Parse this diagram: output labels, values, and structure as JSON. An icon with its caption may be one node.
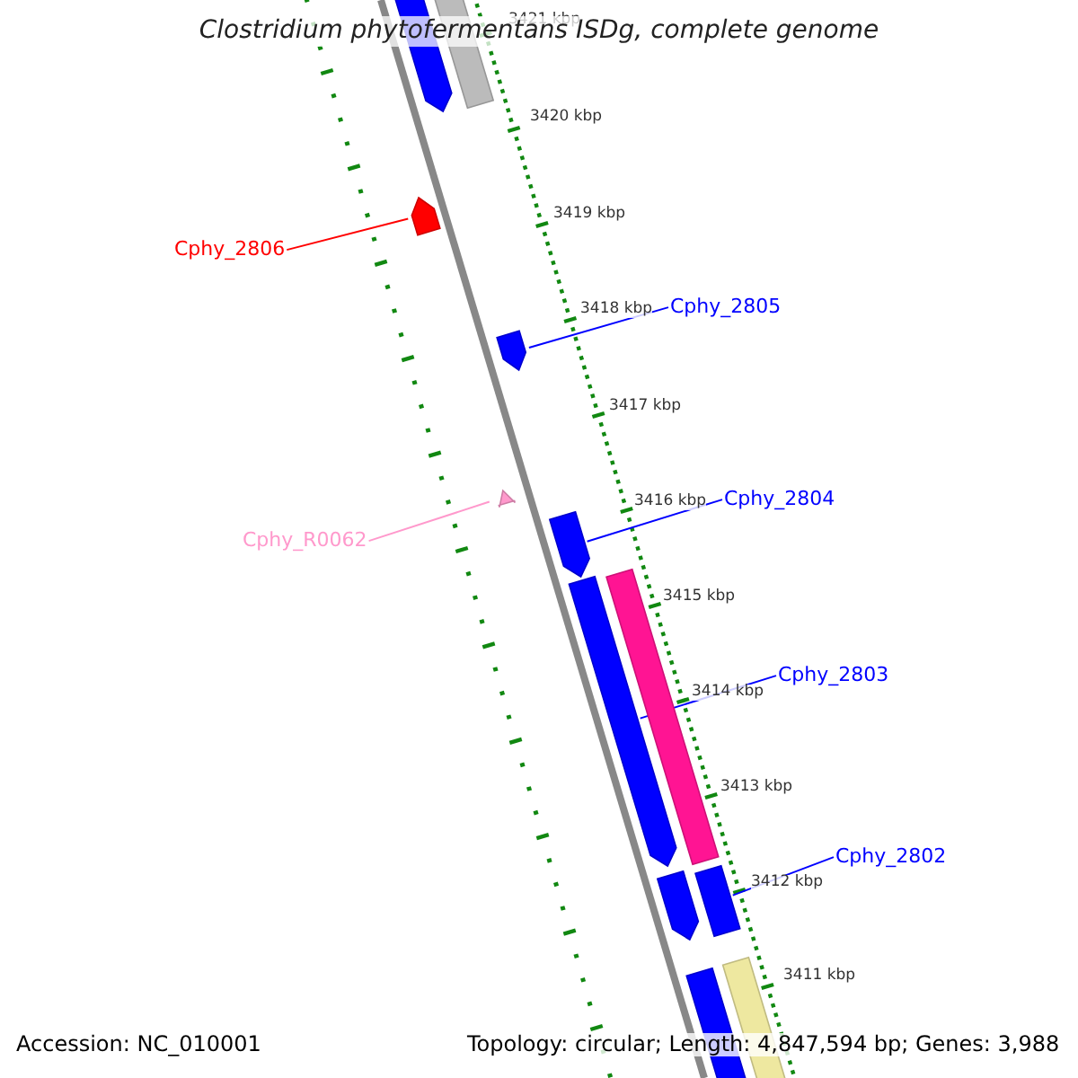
{
  "diagram": {
    "title": "Clostridium phytofermentans ISDg, complete genome",
    "nodes": [
      {
        "text": [],
        "shape": "bar"
      },
      {
        "text": [],
        "shape": "bar"
      },
      {
        "text": [],
        "shape": "bar"
      },
      {
        "text": [
          "Cphy_2806"
        ]
      },
      {
        "text": [
          "Cphy_2805"
        ]
      },
      {
        "text": [],
        "shape": "bar"
      },
      {
        "text": [
          "Cphy_2804"
        ]
      },
      {
        "text": [],
        "shape": "bar"
      },
      {
        "text": [
          "Cphy_R0062"
        ]
      },
      {
        "text": [],
        "shape": "bar"
      },
      {
        "text": [],
        "shape": "bar"
      },
      {
        "text": [],
        "shape": "bar"
      },
      {
        "text": [
          "Cphy_2803"
        ]
      },
      {
        "text": [
          "Cphy_2802"
        ]
      },
      {
        "text": [],
        "shape": "bar"
      },
      {
        "text": [],
        "shape": "bar"
      },
      {
        "text": [],
        "shape": "bar"
      },
      {
        "text": [],
        "shape": "bar"
      }
    ],
    "edges": [
      {
        "from": 3,
        "to": 2,
        "arrow": "none",
        "color": "#ff0000"
      },
      {
        "from": 4,
        "to": 5,
        "arrow": "none"
      },
      {
        "from": 6,
        "to": 9,
        "arrow": "none"
      },
      {
        "from": 8,
        "to": 7,
        "arrow": "none",
        "color": "#ff99cc"
      },
      {
        "from": 12,
        "to": 11,
        "arrow": "none"
      },
      {
        "from": 13,
        "to": 15,
        "arrow": "none"
      }
    ],
    "labels": [
      "3421 kbp",
      "3420 kbp",
      "3419 kbp",
      "3418 kbp",
      "3417 kbp",
      "3416 kbp",
      "3415 kbp",
      "3414 kbp",
      "3413 kbp",
      "3412 kbp",
      "3411 kbp",
      "Accession: NC_010001",
      "Topology: circular; Length: 4,847,594 bp; Genes: 3,988"
    ]
  }
}
